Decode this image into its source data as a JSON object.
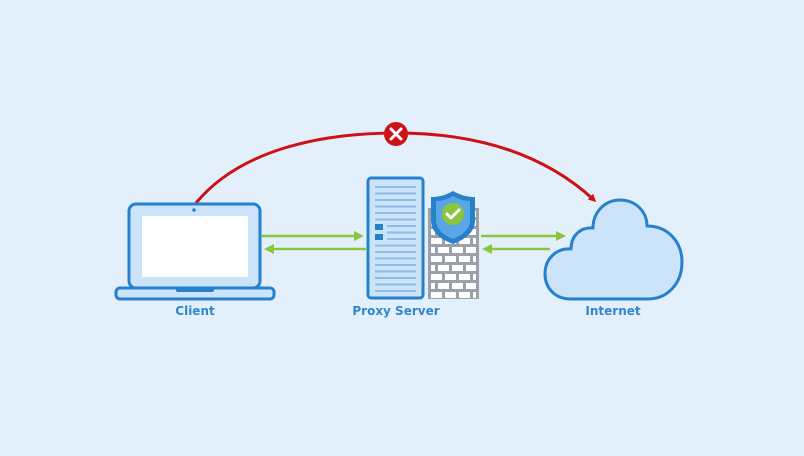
{
  "nodes": {
    "client": {
      "label": "Client",
      "icon": "laptop-icon"
    },
    "proxy": {
      "label": "Proxy Server",
      "icon": "server-icon",
      "extras": [
        "firewall-icon",
        "shield-check-icon"
      ]
    },
    "internet": {
      "label": "Internet",
      "icon": "cloud-icon"
    }
  },
  "connections": [
    {
      "from": "client",
      "to": "internet",
      "status": "blocked",
      "marker": "x-circle-icon"
    },
    {
      "from": "client",
      "to": "proxy",
      "status": "allowed",
      "direction": "bidirectional"
    },
    {
      "from": "proxy",
      "to": "internet",
      "status": "allowed",
      "direction": "bidirectional"
    }
  ],
  "colors": {
    "background": "#e3f0fc",
    "primary_blue": "#2680cc",
    "fill_light_blue": "#cce4fa",
    "label_blue": "#2f87cf",
    "blocked_red": "#cc1216",
    "allowed_green": "#8cc63f",
    "wall_gray": "#9aa1a8"
  }
}
